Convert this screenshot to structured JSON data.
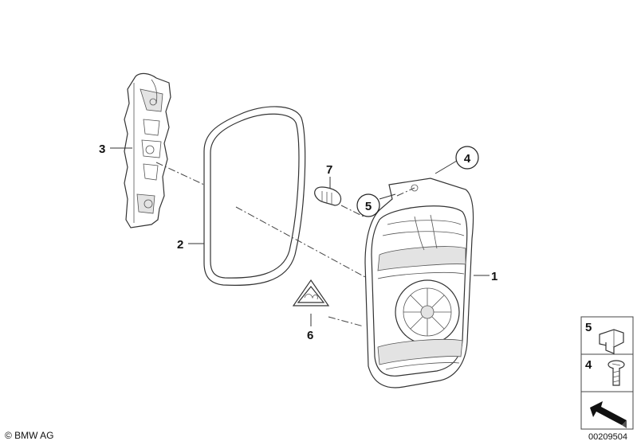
{
  "labels": {
    "p1": "1",
    "p2": "2",
    "p3": "3",
    "p4": "4",
    "p5": "5",
    "p6": "6",
    "p7": "7"
  },
  "legend": {
    "item5": "5",
    "item4": "4"
  },
  "footer": {
    "copyright": "© BMW AG",
    "diagram_number": "00209504"
  }
}
